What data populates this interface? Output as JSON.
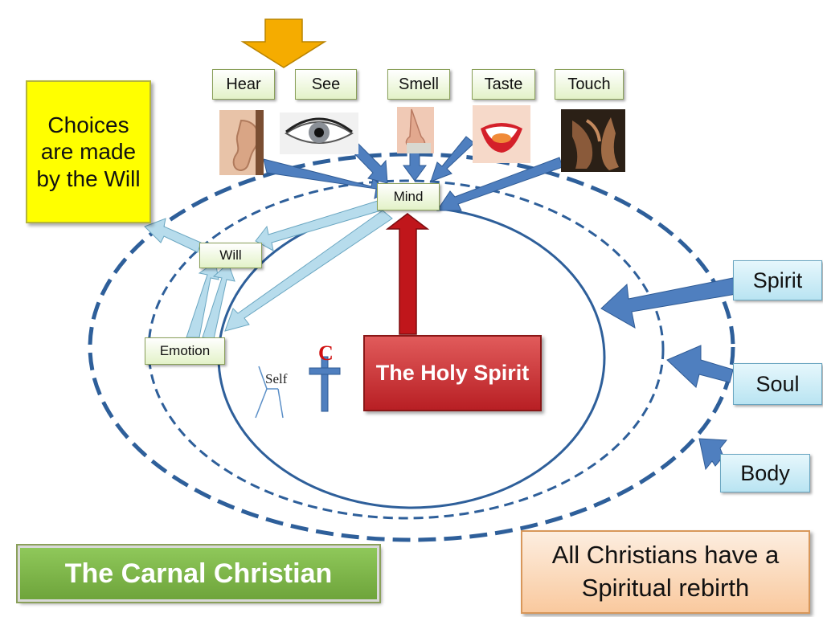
{
  "senses": {
    "hear": "Hear",
    "see": "See",
    "smell": "Smell",
    "taste": "Taste",
    "touch": "Touch"
  },
  "nodes": {
    "mind": "Mind",
    "will": "Will",
    "emotion": "Emotion",
    "self": "Self",
    "cross_letter": "C"
  },
  "choices_text": "Choices are made by the Will",
  "holy_spirit_text": "The Holy Spirit",
  "layers": {
    "spirit": "Spirit",
    "soul": "Soul",
    "body": "Body"
  },
  "title": "The Carnal Christian",
  "caption": "All Christians have a Spiritual rebirth",
  "colors": {
    "arrow_blue": "#4f7fbf",
    "arrow_light_blue": "#b7dcec",
    "holy_red": "#c0161b",
    "ellipse_blue": "#2e5f9a",
    "pointer_orange": "#f5ac00"
  }
}
